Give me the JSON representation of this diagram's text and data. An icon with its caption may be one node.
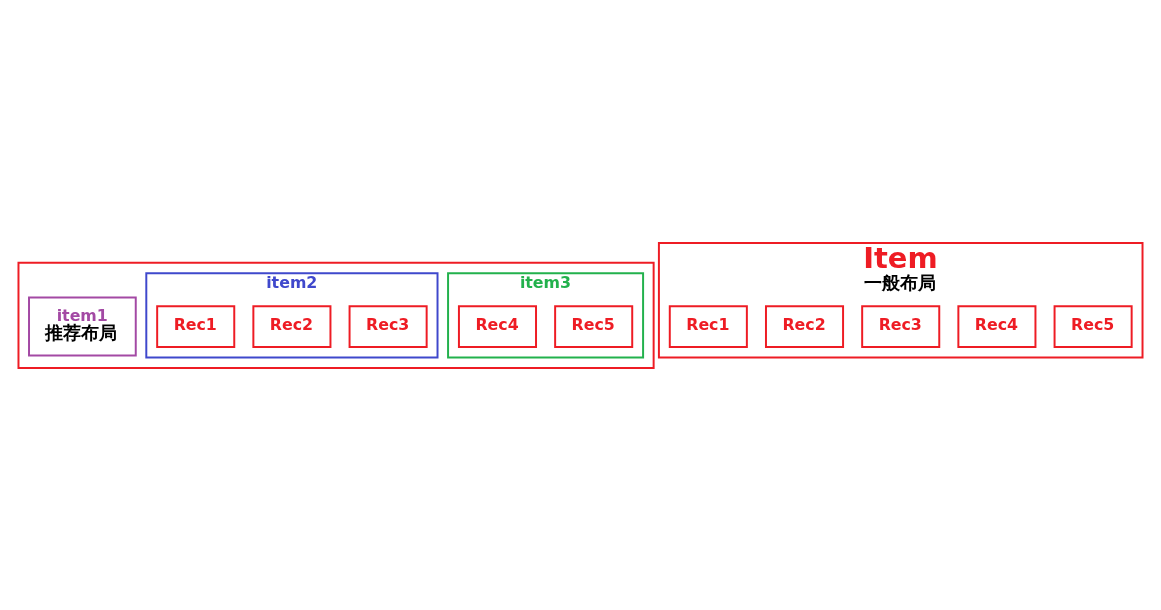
{
  "diagram": {
    "nodes": [
      {
        "text": [
          "Item",
          "一般布局"
        ]
      },
      {
        "text": [
          "Rec1"
        ],
        "in": 0
      },
      {
        "text": [
          "Rec2"
        ],
        "in": 0
      },
      {
        "text": [
          "Rec3"
        ],
        "in": 0
      },
      {
        "text": [
          "Rec4"
        ],
        "in": 0
      },
      {
        "text": [
          "Rec5"
        ],
        "in": 0
      },
      {
        "text": [],
        "shape": "box"
      },
      {
        "text": [
          "item2"
        ],
        "in": 6
      },
      {
        "text": [
          "Rec1"
        ],
        "in": 7
      },
      {
        "text": [
          "Rec2"
        ],
        "in": 7
      },
      {
        "text": [
          "Rec3"
        ],
        "in": 7
      },
      {
        "text": [
          "item1",
          "推荐布局"
        ],
        "in": 6
      },
      {
        "text": [
          "item3"
        ],
        "in": 6
      },
      {
        "text": [
          "Rec4"
        ],
        "in": 12
      },
      {
        "text": [
          "Rec5"
        ],
        "in": 12
      }
    ]
  }
}
